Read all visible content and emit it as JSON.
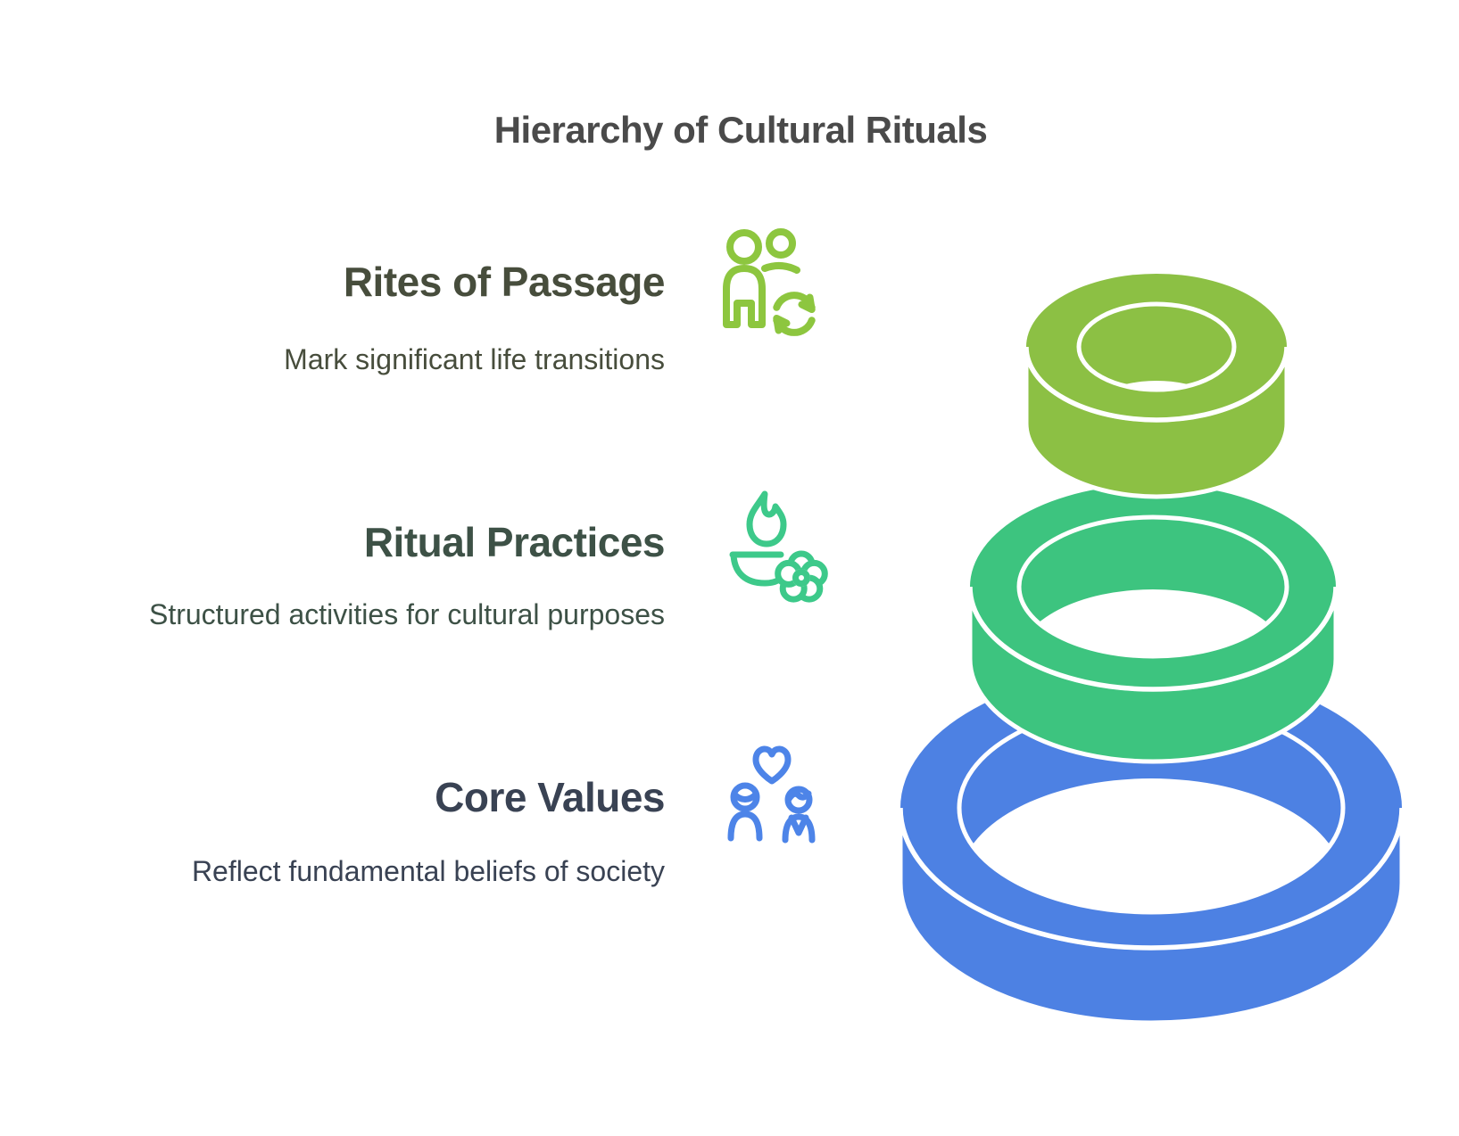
{
  "title": "Hierarchy of Cultural Rituals",
  "colors": {
    "background": "#ffffff",
    "title_text": "#4a4a4a",
    "outline_white": "#ffffff"
  },
  "levels": [
    {
      "heading": "Rites of Passage",
      "description": "Mark significant life transitions",
      "icon": "people-transition-icon",
      "icon_color": "#8dc63f",
      "ring_color": "#8cc044",
      "text_color": "#474d3c",
      "ring_position": "top"
    },
    {
      "heading": "Ritual Practices",
      "description": "Structured activities for cultural purposes",
      "icon": "flame-offering-flower-icon",
      "icon_color": "#3dc98a",
      "ring_color": "#3dc47f",
      "text_color": "#3d5146",
      "ring_position": "middle"
    },
    {
      "heading": "Core Values",
      "description": "Reflect fundamental beliefs of society",
      "icon": "heart-people-icon",
      "icon_color": "#4d84e8",
      "ring_color": "#4d81e3",
      "text_color": "#394253",
      "ring_position": "bottom"
    }
  ]
}
